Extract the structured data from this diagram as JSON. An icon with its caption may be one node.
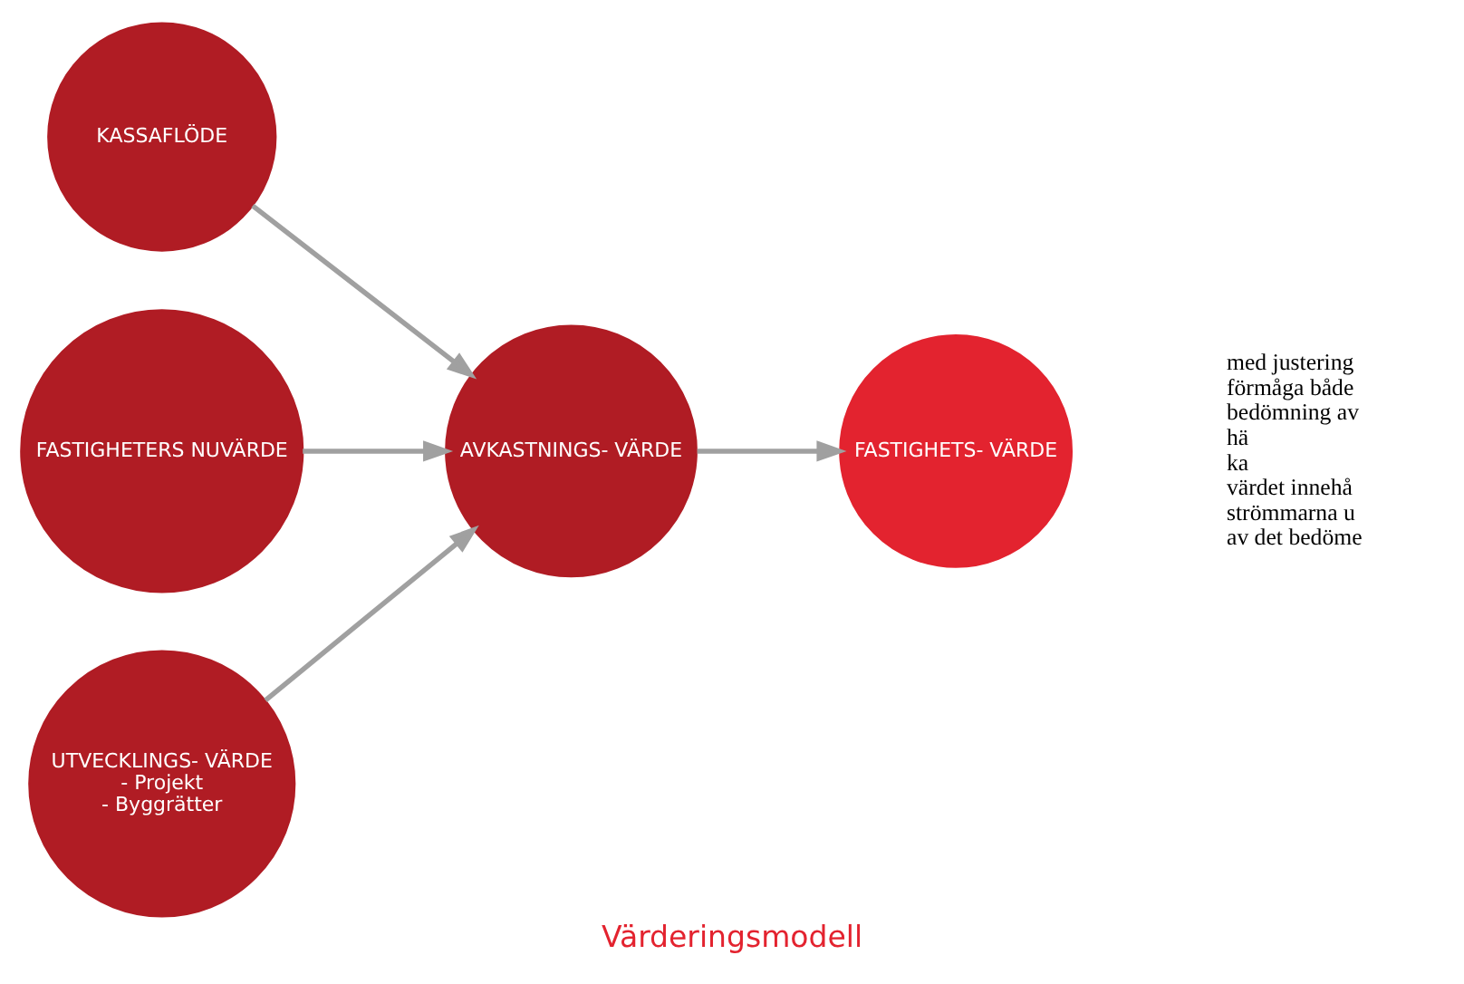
{
  "diagram": {
    "caption": "Värderingsmodell",
    "nodes": [
      {
        "text": [
          "KASSAFLÖDE"
        ]
      },
      {
        "text": [
          "FASTIGHETERS NUVÄRDE"
        ]
      },
      {
        "text": [
          "AVKASTNINGS- VÄRDE"
        ]
      },
      {
        "text": [
          "FASTIGHETS- VÄRDE"
        ]
      },
      {
        "text": [
          "UTVECKLINGS- VÄRDE",
          "- Projekt",
          "- Byggrätter"
        ]
      }
    ],
    "edges": [
      {
        "from": 0,
        "to": 2,
        "arrow": "to"
      },
      {
        "from": 1,
        "to": 2,
        "arrow": "to"
      },
      {
        "from": 4,
        "to": 2,
        "arrow": "to"
      },
      {
        "from": 2,
        "to": 3,
        "arrow": "to"
      }
    ],
    "labels": [
      "med justering",
      "förmåga både",
      "bedömning av",
      "hä",
      "ka",
      "värdet innehå",
      "strömmarna u",
      "av det bedöme"
    ]
  }
}
